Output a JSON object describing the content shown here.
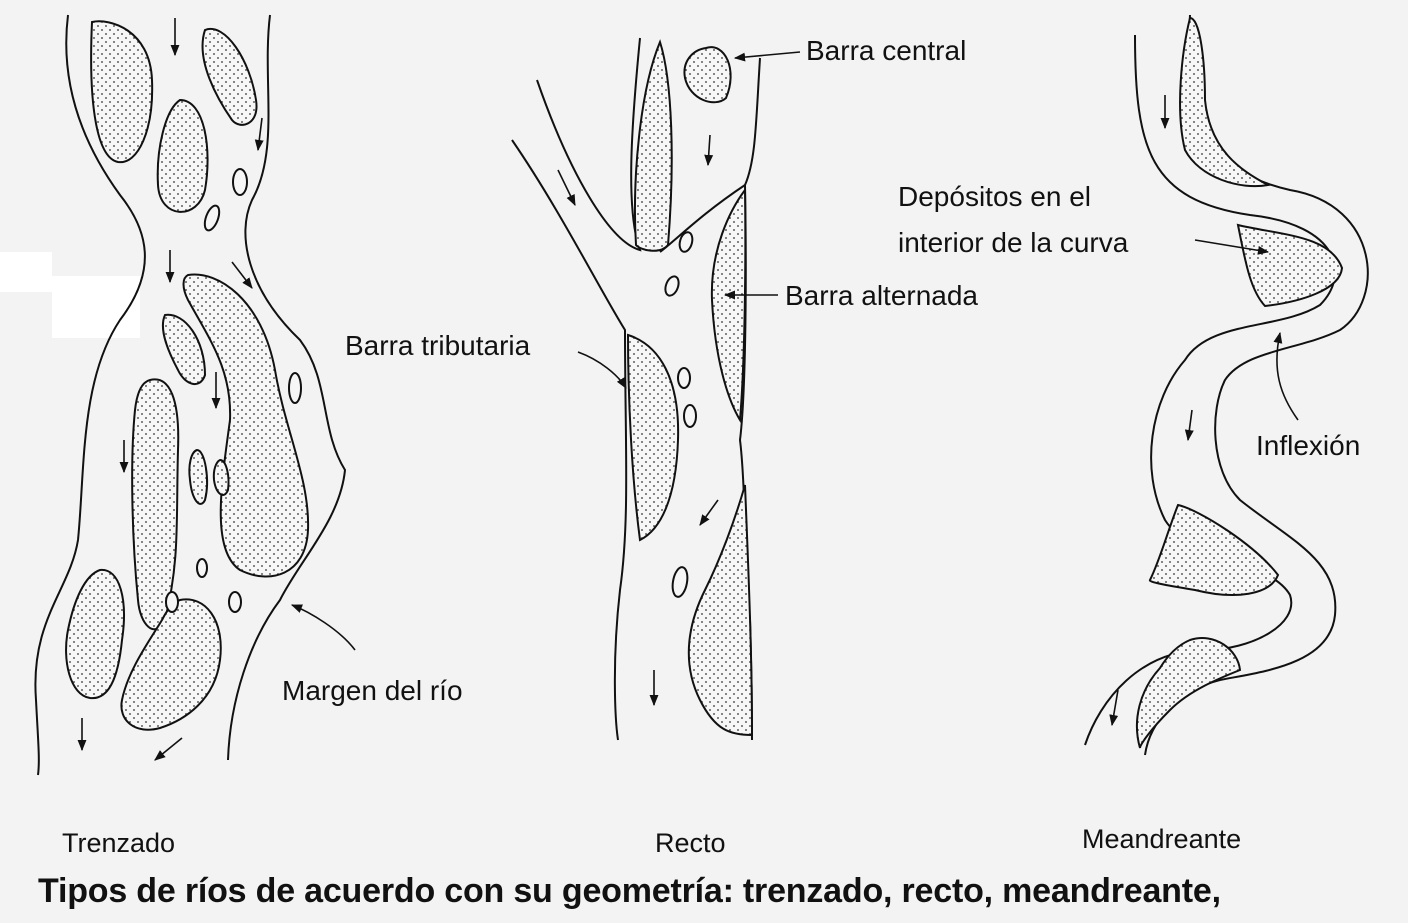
{
  "labels": {
    "barra_central": "Barra central",
    "depositos_line1": "Depósitos en el",
    "depositos_line2": "interior de la curva",
    "barra_alternada": "Barra alternada",
    "barra_tributaria": "Barra tributaria",
    "inflexion": "Inflexión",
    "margen": "Margen del río"
  },
  "types": {
    "trenzado": "Trenzado",
    "recto": "Recto",
    "meandreante": "Meandreante"
  },
  "caption": "Tipos de ríos de acuerdo con su geometría: trenzado, recto, meandreante,",
  "colors": {
    "background": "#f3f3f3",
    "ink": "#111111",
    "bar_fill": "#f6f6f6"
  }
}
